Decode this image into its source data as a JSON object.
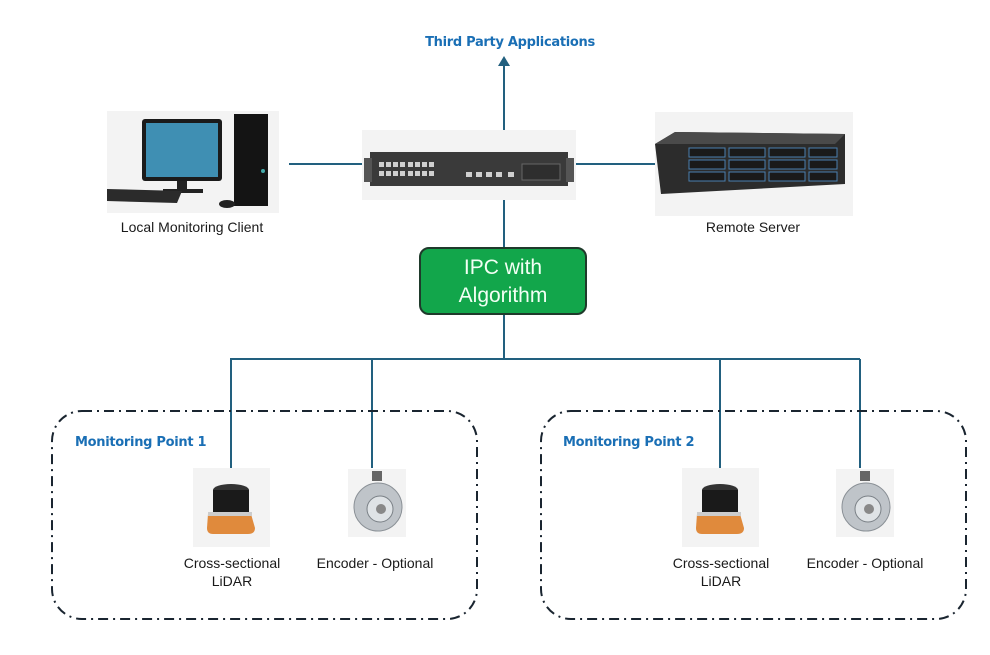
{
  "diagram": {
    "top_label": "Third Party Applications",
    "nodes": {
      "local_client": {
        "label": "Local Monitoring Client",
        "icon": "desktop-computer-icon"
      },
      "switch": {
        "label": "",
        "icon": "network-switch-icon"
      },
      "remote_server": {
        "label": "Remote Server",
        "icon": "rack-server-icon"
      },
      "ipc": {
        "line1": "IPC with",
        "line2": "Algorithm"
      }
    },
    "groups": [
      {
        "title": "Monitoring Point 1",
        "devices": [
          {
            "line1": "Cross-sectional",
            "line2": "LiDAR",
            "icon": "lidar-sensor-icon"
          },
          {
            "line1": "Encoder - Optional",
            "icon": "rotary-encoder-icon"
          }
        ]
      },
      {
        "title": "Monitoring Point 2",
        "devices": [
          {
            "line1": "Cross-sectional",
            "line2": "LiDAR",
            "icon": "lidar-sensor-icon"
          },
          {
            "line1": "Encoder - Optional",
            "icon": "rotary-encoder-icon"
          }
        ]
      }
    ],
    "colors": {
      "connector": "#22607f",
      "group_title": "#1a6fb5",
      "ipc_fill": "#12a64b",
      "ipc_border": "#1f3a2b",
      "group_border": "#1a2530"
    }
  }
}
